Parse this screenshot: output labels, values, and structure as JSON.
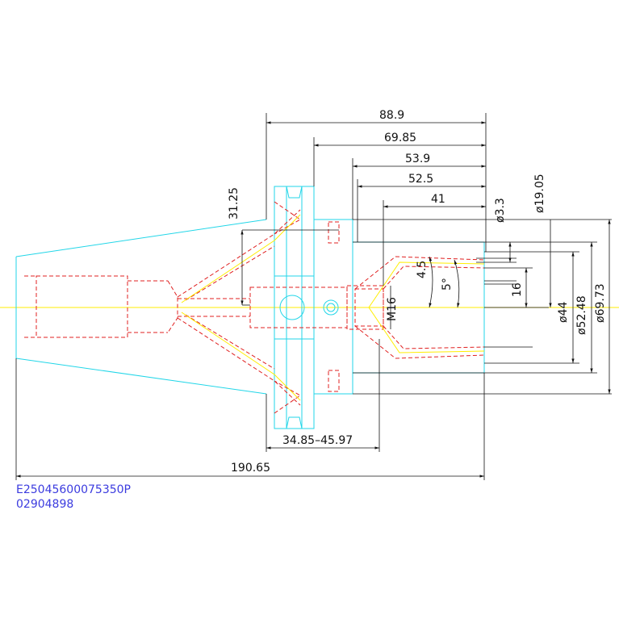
{
  "colors": {
    "outline": "#22d6e8",
    "hidden": "#e02020",
    "center": "#ffee00",
    "dimension": "#111111",
    "reference_text": "#3b3bdf"
  },
  "dimensions": {
    "d_88_9": "88.9",
    "d_69_85": "69.85",
    "d_53_9": "53.9",
    "d_52_5": "52.5",
    "d_41": "41",
    "d_31_25": "31.25",
    "d_3_3": "ø3.3",
    "d_19_05": "ø19.05",
    "d_4_5": "4.5",
    "d_5deg": "5°",
    "d_16": "16",
    "d_44": "ø44",
    "d_52_48": "ø52.48",
    "d_69_73": "ø69.73",
    "d_m16": "M16",
    "d_range": "34.85–45.97",
    "d_190_65": "190.65"
  },
  "reference": {
    "part_number": "E25045600075350P",
    "code": "02904898"
  }
}
